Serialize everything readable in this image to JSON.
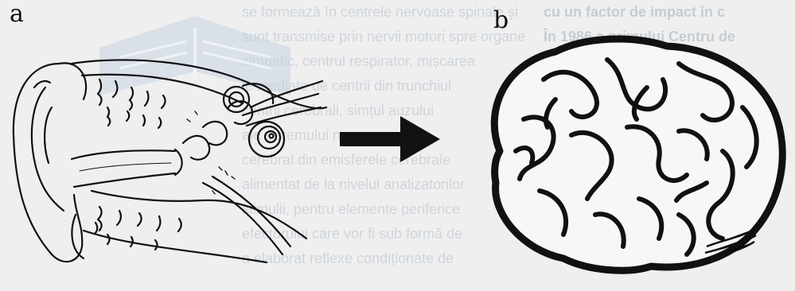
{
  "panels": {
    "a": {
      "label": "a",
      "icon": "ear-anatomy-icon"
    },
    "b": {
      "label": "b",
      "icon": "brain-icon"
    }
  },
  "arrow": {
    "icon": "right-arrow-icon",
    "color": "#111111"
  },
  "background_text": {
    "left_column": [
      "se formează în centrele nervoase spinale și",
      "sunt transmise prin nervii motori spre organe",
      "simpatic, centrul respirator, mișcarea",
      "le mediate de centrii din trunchiul",
      "centrii cerebrali, simțul auzului",
      "ale sistemului nervos central",
      "cerebral din emisferele cerebrale",
      "alimentat de la nivelul analizatorilor",
      "stimulii, pentru elemente periferice",
      "efectorului care vor fi sub formă de",
      "a elaborat reflexe condiționate de"
    ],
    "right_column": [
      "cu un factor de impact în c",
      "În 1986 a primului Centru de"
    ]
  },
  "colors": {
    "ink": "#111111",
    "paper": "#efefef",
    "watermark": "#b9c7d9"
  }
}
